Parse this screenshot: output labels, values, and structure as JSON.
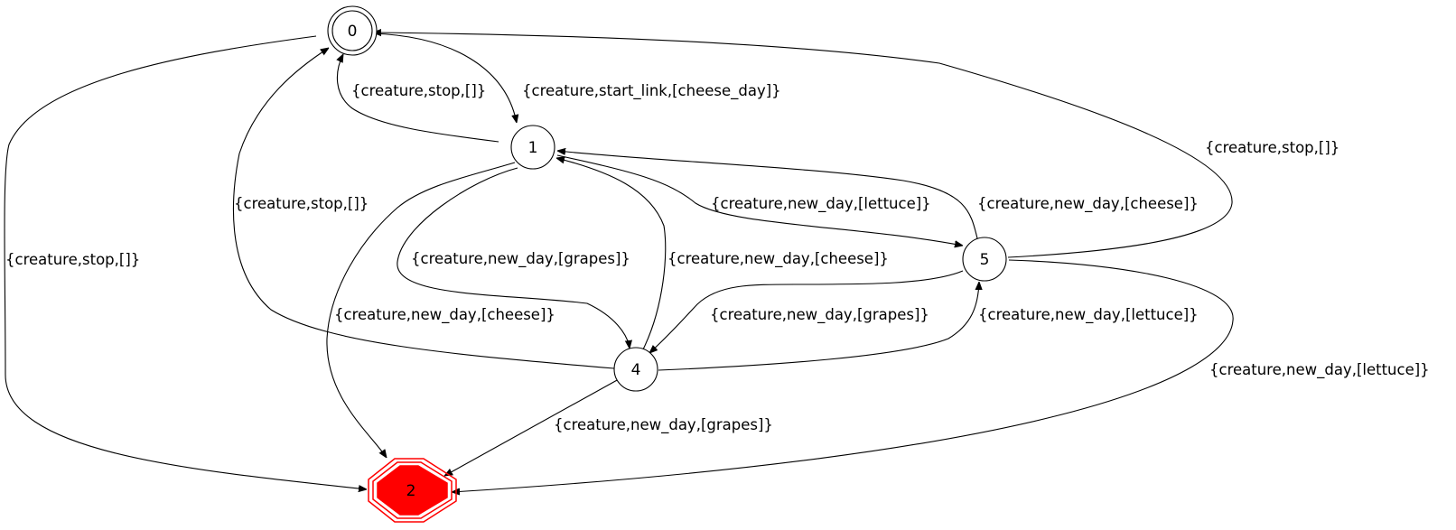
{
  "colors": {
    "edge": "#000000",
    "error_node_fill": "#ff0000",
    "error_node_border": "#ff0000",
    "node_fill": "#ffffff"
  },
  "nodes": [
    {
      "id": "0",
      "label": "0",
      "shape": "double-circle",
      "initial": true
    },
    {
      "id": "1",
      "label": "1",
      "shape": "circle"
    },
    {
      "id": "5",
      "label": "5",
      "shape": "circle"
    },
    {
      "id": "4",
      "label": "4",
      "shape": "circle"
    },
    {
      "id": "2",
      "label": "2",
      "shape": "triple-octagon",
      "fill": "red"
    }
  ],
  "edges": [
    {
      "from": "0",
      "to": "1",
      "label": "{creature,start_link,[cheese_day]}"
    },
    {
      "from": "1",
      "to": "0",
      "label": "{creature,stop,[]}"
    },
    {
      "from": "0",
      "to": "2",
      "label": "{creature,stop,[]}"
    },
    {
      "from": "5",
      "to": "0",
      "label": "{creature,stop,[]}"
    },
    {
      "from": "4",
      "to": "0",
      "label": "{creature,stop,[]}"
    },
    {
      "from": "1",
      "to": "5",
      "label": "{creature,new_day,[lettuce]}"
    },
    {
      "from": "5",
      "to": "1",
      "label": "{creature,new_day,[cheese]}"
    },
    {
      "from": "1",
      "to": "4",
      "label": "{creature,new_day,[grapes]}"
    },
    {
      "from": "4",
      "to": "1",
      "label": "{creature,new_day,[cheese]}"
    },
    {
      "from": "1",
      "to": "2",
      "label": "{creature,new_day,[cheese]}"
    },
    {
      "from": "5",
      "to": "4",
      "label": "{creature,new_day,[grapes]}"
    },
    {
      "from": "4",
      "to": "5",
      "label": "{creature,new_day,[lettuce]}"
    },
    {
      "from": "4",
      "to": "2",
      "label": "{creature,new_day,[grapes]}"
    },
    {
      "from": "5",
      "to": "2",
      "label": "{creature,new_day,[lettuce]}"
    }
  ]
}
